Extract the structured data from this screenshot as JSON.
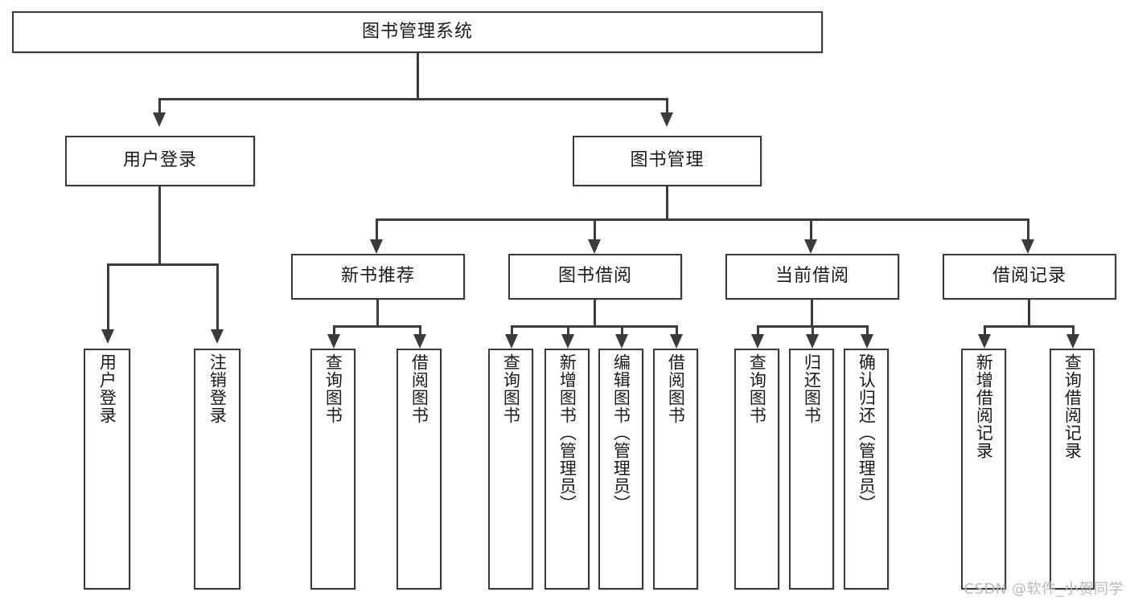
{
  "diagram": {
    "type": "tree-hierarchy",
    "title": "图书管理系统",
    "levels": 4,
    "root": {
      "id": "root",
      "label": "图书管理系统"
    },
    "level2": [
      {
        "id": "user-login",
        "label": "用户登录"
      },
      {
        "id": "book-manage",
        "label": "图书管理"
      }
    ],
    "level3": [
      {
        "id": "new-book-recommend",
        "label": "新书推荐",
        "parent": "book-manage"
      },
      {
        "id": "book-borrow",
        "label": "图书借阅",
        "parent": "book-manage"
      },
      {
        "id": "current-borrow",
        "label": "当前借阅",
        "parent": "book-manage"
      },
      {
        "id": "borrow-record",
        "label": "借阅记录",
        "parent": "book-manage"
      }
    ],
    "leaves": {
      "user_login": [
        {
          "id": "leaf-user-login",
          "label": "用户登录"
        },
        {
          "id": "leaf-logout-login",
          "label": "注销登录"
        }
      ],
      "new_book_recommend": [
        {
          "id": "leaf-query-book-1",
          "label": "查询图书"
        },
        {
          "id": "leaf-borrow-book-1",
          "label": "借阅图书"
        }
      ],
      "book_borrow": [
        {
          "id": "leaf-query-book-2",
          "label": "查询图书"
        },
        {
          "id": "leaf-add-book",
          "label": "新增图书（管理员）"
        },
        {
          "id": "leaf-edit-book",
          "label": "编辑图书（管理员）"
        },
        {
          "id": "leaf-borrow-book-2",
          "label": "借阅图书"
        }
      ],
      "current_borrow": [
        {
          "id": "leaf-query-book-3",
          "label": "查询图书"
        },
        {
          "id": "leaf-return-book",
          "label": "归还图书"
        },
        {
          "id": "leaf-confirm-return",
          "label": "确认归还（管理员）"
        }
      ],
      "borrow_record": [
        {
          "id": "leaf-add-record",
          "label": "新增借阅记录"
        },
        {
          "id": "leaf-query-record",
          "label": "查询借阅记录"
        }
      ]
    }
  },
  "watermark": {
    "text": "CSDN @软件_小贺同学"
  },
  "colors": {
    "stroke": "#3b3b3b",
    "fill": "#ffffff",
    "text": "#1a1a1a",
    "watermark": "#b9b9b9"
  }
}
